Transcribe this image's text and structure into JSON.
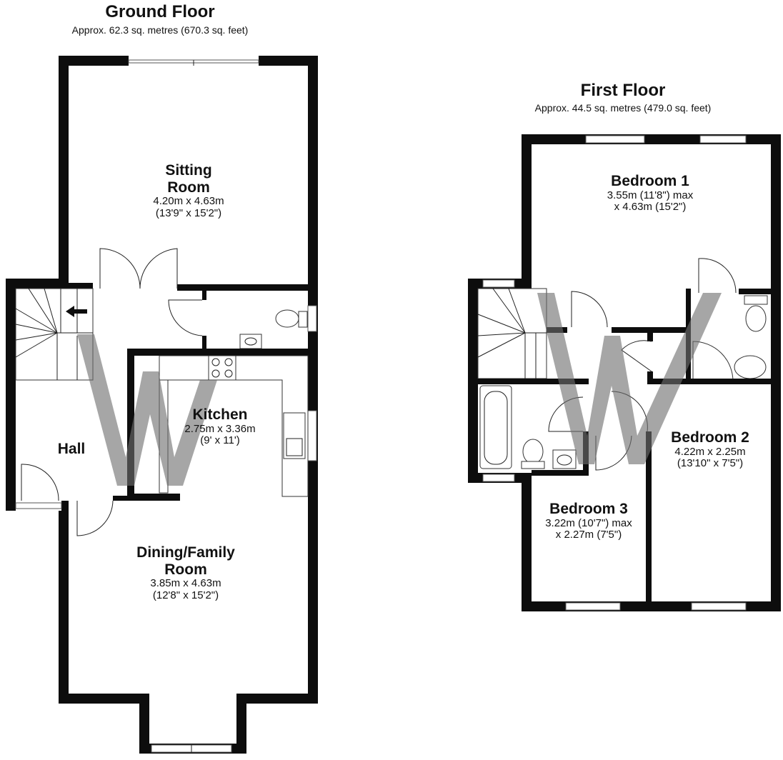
{
  "ground_floor": {
    "title": "Ground Floor",
    "area": "Approx. 62.3 sq. metres (670.3 sq. feet)",
    "rooms": {
      "sitting_room": {
        "name_1": "Sitting",
        "name_2": "Room",
        "dim_1": "4.20m x 4.63m",
        "dim_2": "(13'9\" x 15'2\")"
      },
      "kitchen": {
        "name": "Kitchen",
        "dim_1": "2.75m x 3.36m",
        "dim_2": "(9' x 11')"
      },
      "hall": {
        "name": "Hall"
      },
      "dining_room": {
        "name_1": "Dining/Family",
        "name_2": "Room",
        "dim_1": "3.85m x 4.63m",
        "dim_2": "(12'8\" x 15'2\")"
      }
    }
  },
  "first_floor": {
    "title": "First Floor",
    "area": "Approx. 44.5 sq. metres (479.0 sq. feet)",
    "rooms": {
      "bedroom_1": {
        "name": "Bedroom 1",
        "dim_1": "3.55m (11'8\") max",
        "dim_2": "x 4.63m (15'2\")"
      },
      "bedroom_2": {
        "name": "Bedroom 2",
        "dim_1": "4.22m x 2.25m",
        "dim_2": "(13'10\" x 7'5\")"
      },
      "bedroom_3": {
        "name": "Bedroom 3",
        "dim_1": "3.22m (10'7\") max",
        "dim_2": "x 2.27m (7'5\")"
      }
    }
  },
  "icons": [
    "stair-arrow-icon",
    "watermark-logo-icon"
  ],
  "colors": {
    "wall": "#0d0d0d",
    "watermark": "#6f6f6f"
  }
}
